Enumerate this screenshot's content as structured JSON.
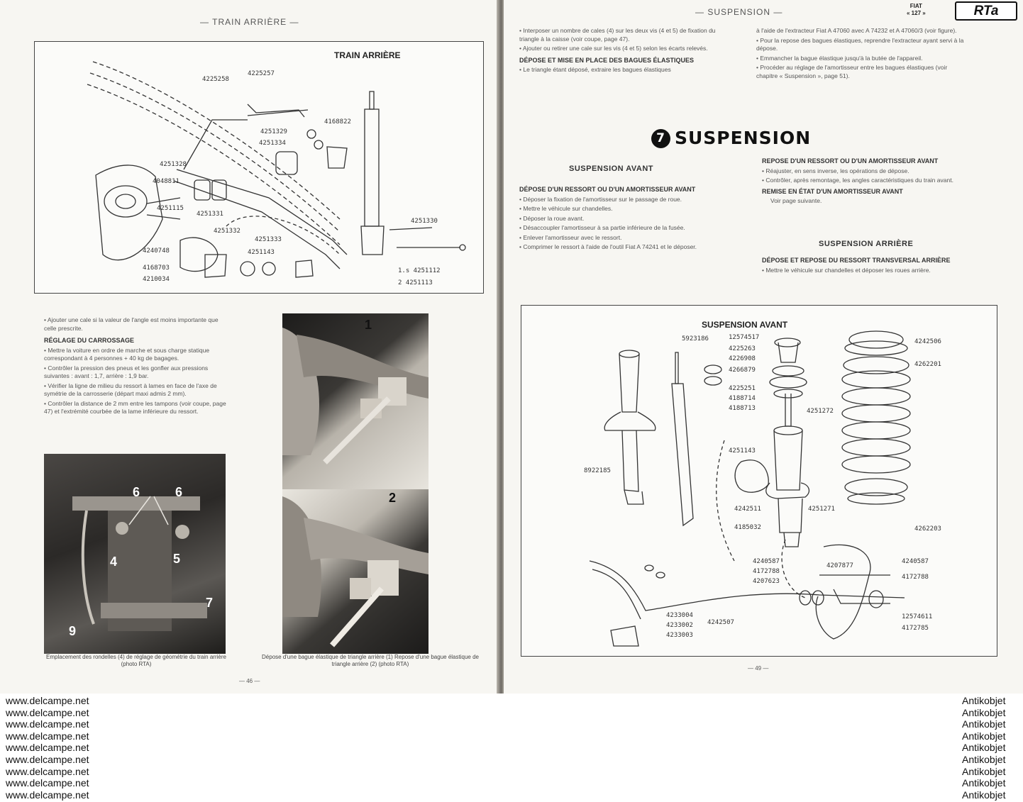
{
  "left_page": {
    "running_head": "— TRAIN ARRIÈRE —",
    "page_number": "— 46 —",
    "figure": {
      "title": "TRAIN ARRIÈRE",
      "labels": [
        "4225258",
        "4225257",
        "4251329",
        "4168822",
        "4251328",
        "4251334",
        "4048811",
        "4251115",
        "4251331",
        "4251332",
        "4251330",
        "4240748",
        "4251333",
        "4168703",
        "4210034",
        "4251143",
        "1.s  4251112",
        "2    4251113"
      ]
    },
    "paragraphs": [
      "• Ajouter une cale si la valeur de l'angle est moins importante que celle prescrite."
    ],
    "subsection": "RÉGLAGE DU CARROSSAGE",
    "subsection_paragraphs": [
      "• Mettre la voiture en ordre de marche et sous charge statique correspondant à 4 personnes + 40 kg de bagages.",
      "• Contrôler la pression des pneus et les gonfler aux pressions suivantes : avant : 1,7, arrière : 1,9 bar.",
      "• Vérifier la ligne de milieu du ressort à lames en face de l'axe de symétrie de la carrosserie (départ maxi admis 2 mm).",
      "• Contrôler la distance de 2 mm entre les tampons (voir coupe, page 47) et l'extrémité courbée de la lame inférieure du ressort."
    ],
    "photo_numbers": [
      "6",
      "6",
      "4",
      "5",
      "9",
      "7"
    ],
    "photo_caption": "Emplacement des rondelles (4) de réglage de géométrie du train arrière (photo RTA)",
    "photos_right": {
      "label_1": "1",
      "label_2": "2",
      "caption": "Dépose d'une bague élastique de triangle arrière (1) Repose d'une bague élastique de triangle arrière (2) (photo RTA)"
    }
  },
  "right_page": {
    "running_head": "— SUSPENSION —",
    "brand": "FIAT",
    "brand_model": "« 127 »",
    "logo": "RTa",
    "page_number": "— 49 —",
    "top_left_paragraphs": [
      "• Interposer un nombre de cales (4) sur les deux vis (4 et 5) de fixation du triangle à la caisse (voir coupe, page 47).",
      "• Ajouter ou retirer une cale sur les vis (4 et 5) selon les écarts relevés."
    ],
    "top_left_sub": "DÉPOSE ET MISE EN PLACE DES BAGUES ÉLASTIQUES",
    "top_left_sub_text": "• Le triangle étant déposé, extraire les bagues élastiques",
    "top_right_paragraphs": [
      "à l'aide de l'extracteur Fiat A 47060 avec A 74232 et A 47060/3 (voir figure).",
      "• Pour la repose des bagues élastiques, reprendre l'extracteur ayant servi à la dépose.",
      "• Emmancher la bague élastique jusqu'à la butée de l'appareil.",
      "• Procéder au réglage de l'amortisseur entre les bagues élastiques (voir chapitre « Suspension », page 51)."
    ],
    "chapter_number": "7",
    "chapter_title": "SUSPENSION",
    "col1_heading": "SUSPENSION AVANT",
    "col1_sub": "DÉPOSE D'UN RESSORT OU D'UN AMORTISSEUR AVANT",
    "col1_steps": [
      "• Déposer la fixation de l'amortisseur sur le passage de roue.",
      "• Mettre le véhicule sur chandelles.",
      "• Déposer la roue avant.",
      "• Désaccoupler l'amortisseur à sa partie inférieure de la fusée.",
      "• Enlever l'amortisseur avec le ressort.",
      "• Comprimer le ressort à l'aide de l'outil Fiat A 74241 et le déposer."
    ],
    "col2_sub1": "REPOSE D'UN RESSORT OU D'UN AMORTISSEUR AVANT",
    "col2_steps1": [
      "• Réajuster, en sens inverse, les opérations de dépose.",
      "• Contrôler, après remontage, les angles caractéristiques du train avant."
    ],
    "col2_sub2": "REMISE EN ÉTAT D'UN AMORTISSEUR AVANT",
    "col2_text2": "Voir page suivante.",
    "col2_heading": "SUSPENSION ARRIÈRE",
    "col2_sub3": "DÉPOSE ET REPOSE DU RESSORT TRANSVERSAL ARRIÈRE",
    "col2_steps3": [
      "• Mettre le véhicule sur chandelles et déposer les roues arrière."
    ],
    "figure": {
      "title": "SUSPENSION AVANT",
      "labels": [
        "5923186",
        "12574517",
        "4225263",
        "4226908",
        "4266879",
        "4225251",
        "4188714",
        "4188713",
        "4242506",
        "4262201",
        "4251272",
        "4251143",
        "8922185",
        "4242511",
        "4251271",
        "4185032",
        "4262203",
        "4240587",
        "4172788",
        "4207623",
        "4207877",
        "4240587",
        "4172788",
        "12574611",
        "4172785",
        "4233004",
        "4233002",
        "4242507",
        "4233003"
      ]
    }
  },
  "watermark": {
    "left_lines": [
      "www.delcampe.net",
      "www.delcampe.net",
      "www.delcampe.net",
      "www.delcampe.net",
      "www.delcampe.net",
      "www.delcampe.net",
      "www.delcampe.net",
      "www.delcampe.net",
      "www.delcampe.net"
    ],
    "right_lines": [
      "Antikobjet",
      "Antikobjet",
      "Antikobjet",
      "Antikobjet",
      "Antikobjet",
      "Antikobjet",
      "Antikobjet",
      "Antikobjet",
      "Antikobjet"
    ]
  }
}
